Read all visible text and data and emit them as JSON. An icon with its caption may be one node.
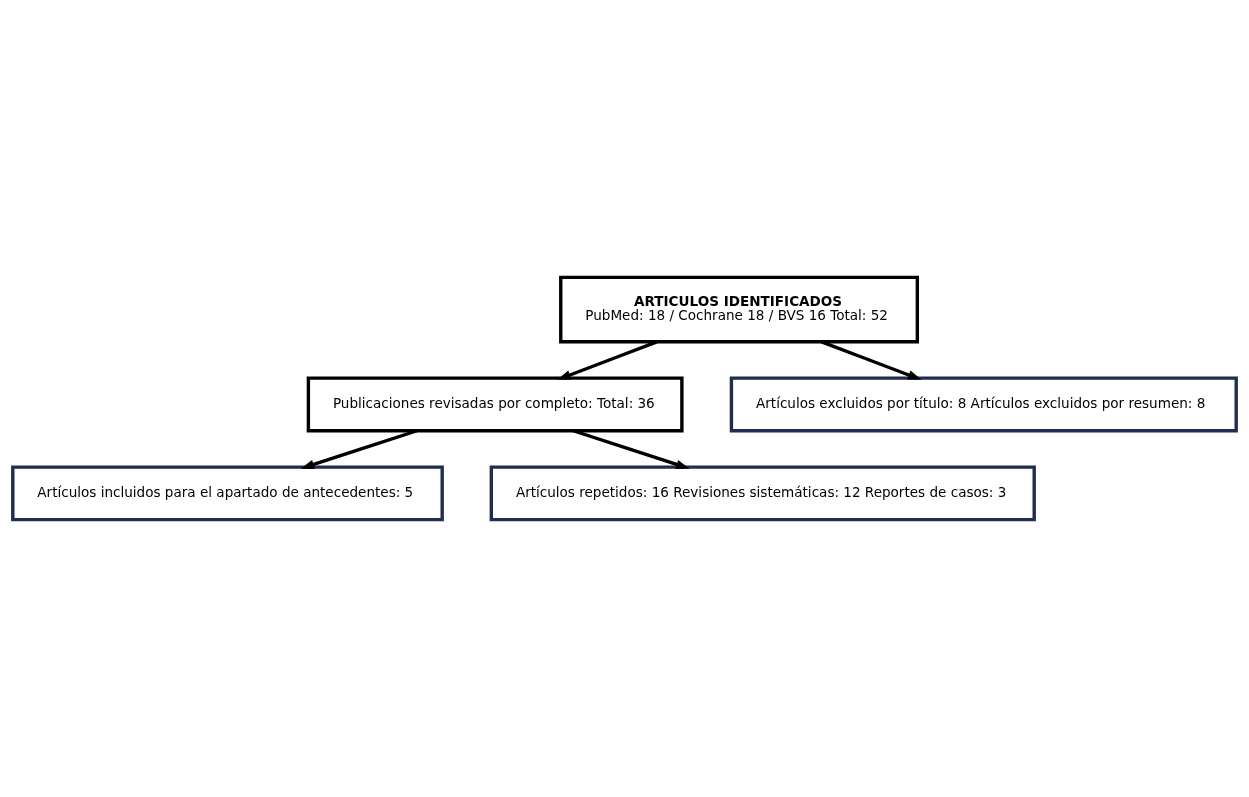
{
  "diagram": {
    "nodes": [
      {
        "text": [
          "ARTICULOS IDENTIFICADOS",
          "PubMed: 18 / Cochrane 18 / BVS 16 Total: 52"
        ]
      },
      {
        "text": [
          "Publicaciones revisadas por completo: Total: 36"
        ]
      },
      {
        "text": [
          "Artículos incluidos para el apartado de antecedentes: 5"
        ]
      },
      {
        "text": [
          "Artículos excluidos por título: 8 Artículos excluidos por resumen: 8"
        ]
      },
      {
        "text": [
          "Artículos repetidos: 16 Revisiones sistemáticas: 12 Reportes de casos: 3"
        ]
      }
    ],
    "edges": [
      {
        "from": 0,
        "to": 1,
        "arrow": "to"
      },
      {
        "from": 0,
        "to": 3,
        "arrow": "to"
      },
      {
        "from": 1,
        "to": 2,
        "arrow": "to"
      },
      {
        "from": 1,
        "to": 4,
        "arrow": "to"
      }
    ]
  }
}
